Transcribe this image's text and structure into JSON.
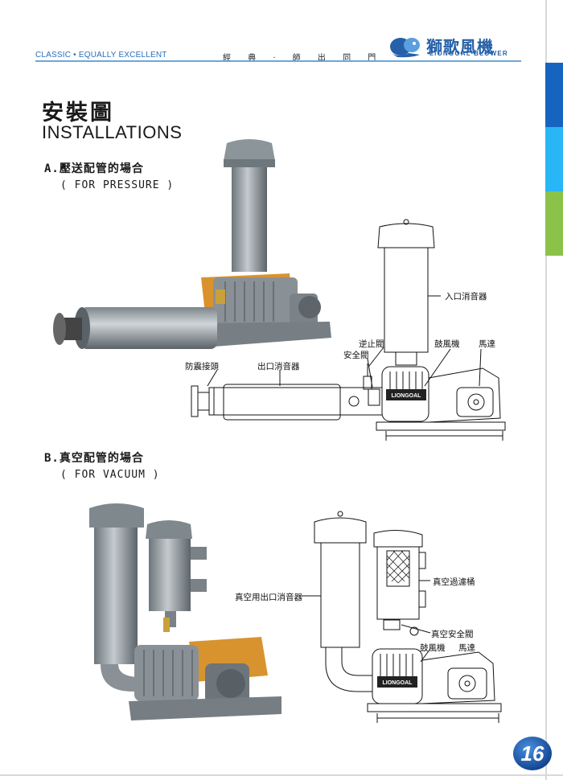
{
  "header": {
    "tagline_en": "CLASSIC • EQUALLY EXCELLENT",
    "tagline_cn": "經 典 · 師 出 同 門",
    "brand_cn": "獅歌風機",
    "brand_en": "LIONGOAL BLOWER"
  },
  "title": {
    "cn": "安裝圖",
    "en": "INSTALLATIONS"
  },
  "section_a": {
    "heading": "A.壓送配管的場合",
    "sub": "( FOR PRESSURE )",
    "labels": {
      "inlet_silencer": "入口消音器",
      "check_valve": "逆止閥",
      "safety_valve": "安全閥",
      "blower": "鼓風機",
      "motor": "馬達",
      "vibration_joint": "防震接頭",
      "outlet_silencer": "出口消音器",
      "plate": "LIONGOAL"
    }
  },
  "section_b": {
    "heading": "B.真空配管的場合",
    "sub": "( FOR VACUUM )",
    "labels": {
      "vacuum_outlet_silencer": "真空用出口消音器",
      "vacuum_filter": "真空過濾桶",
      "vacuum_safety_valve": "真空安全閥",
      "blower": "鼓風機",
      "motor": "馬達",
      "plate": "LIONGOAL"
    }
  },
  "page_number": "16",
  "colors": {
    "accent_blue": "#2560a8",
    "header_line": "#6aa8dc",
    "tab_blue": "#1565c0",
    "tab_lightblue": "#29b6f6",
    "tab_green": "#8bc34a",
    "machine_gray": "#8a9196",
    "machine_orange": "#d9932e"
  }
}
